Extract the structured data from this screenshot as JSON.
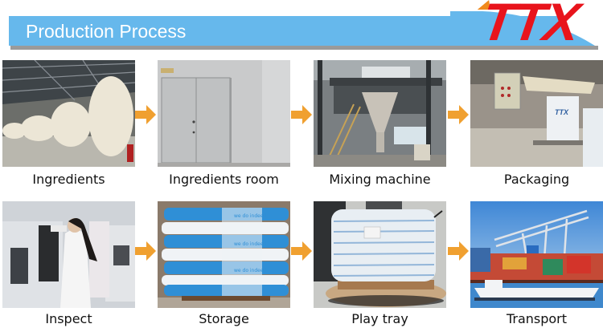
{
  "header": {
    "title": "Production Process",
    "bar_color": "#66b8ec",
    "shadow_color": "#9a9a9a"
  },
  "logo": {
    "text": "TTX",
    "color": "#e8141c",
    "accent_color": "#f08a1c"
  },
  "arrow_color": "#f0a030",
  "steps": [
    {
      "label": "Ingredients",
      "image": "warehouse-with-stacked-sacks"
    },
    {
      "label": "Ingredients room",
      "image": "gray-double-door-room"
    },
    {
      "label": "Mixing machine",
      "image": "industrial-mixing-hopper"
    },
    {
      "label": "Packaging",
      "image": "bag-packaging-machine"
    },
    {
      "label": "Inspect",
      "image": "lab-technician-inspecting"
    },
    {
      "label": "Storage",
      "image": "stacked-blue-bags-on-pallet"
    },
    {
      "label": "Play tray",
      "image": "shrink-wrapped-pallet"
    },
    {
      "label": "Transport",
      "image": "port-crane-and-cargo-ship"
    }
  ]
}
